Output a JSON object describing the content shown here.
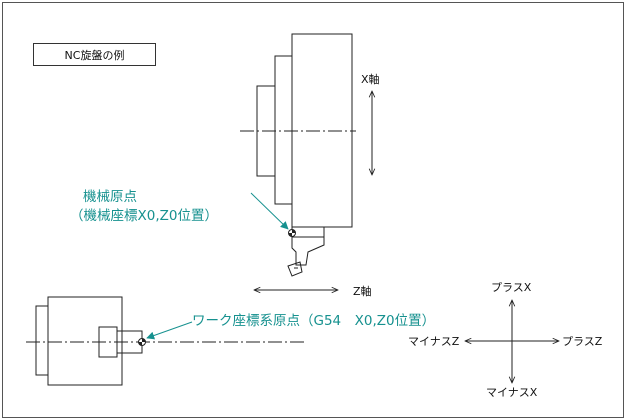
{
  "diagram": {
    "title": "NC旋盤の例",
    "x_axis_label": "X軸",
    "z_axis_label": "Z軸",
    "machine_origin": {
      "line1": "機械原点",
      "line2": "（機械座標X0,Z0位置）"
    },
    "work_origin_label": "ワーク座標系原点（G54　X0,Z0位置）",
    "direction_indicator": {
      "plus_x": "プラスX",
      "minus_x": "マイナスX",
      "plus_z": "プラスZ",
      "minus_z": "マイナスZ"
    },
    "colors": {
      "annotation": "#16918f",
      "lines": "#222222"
    }
  }
}
